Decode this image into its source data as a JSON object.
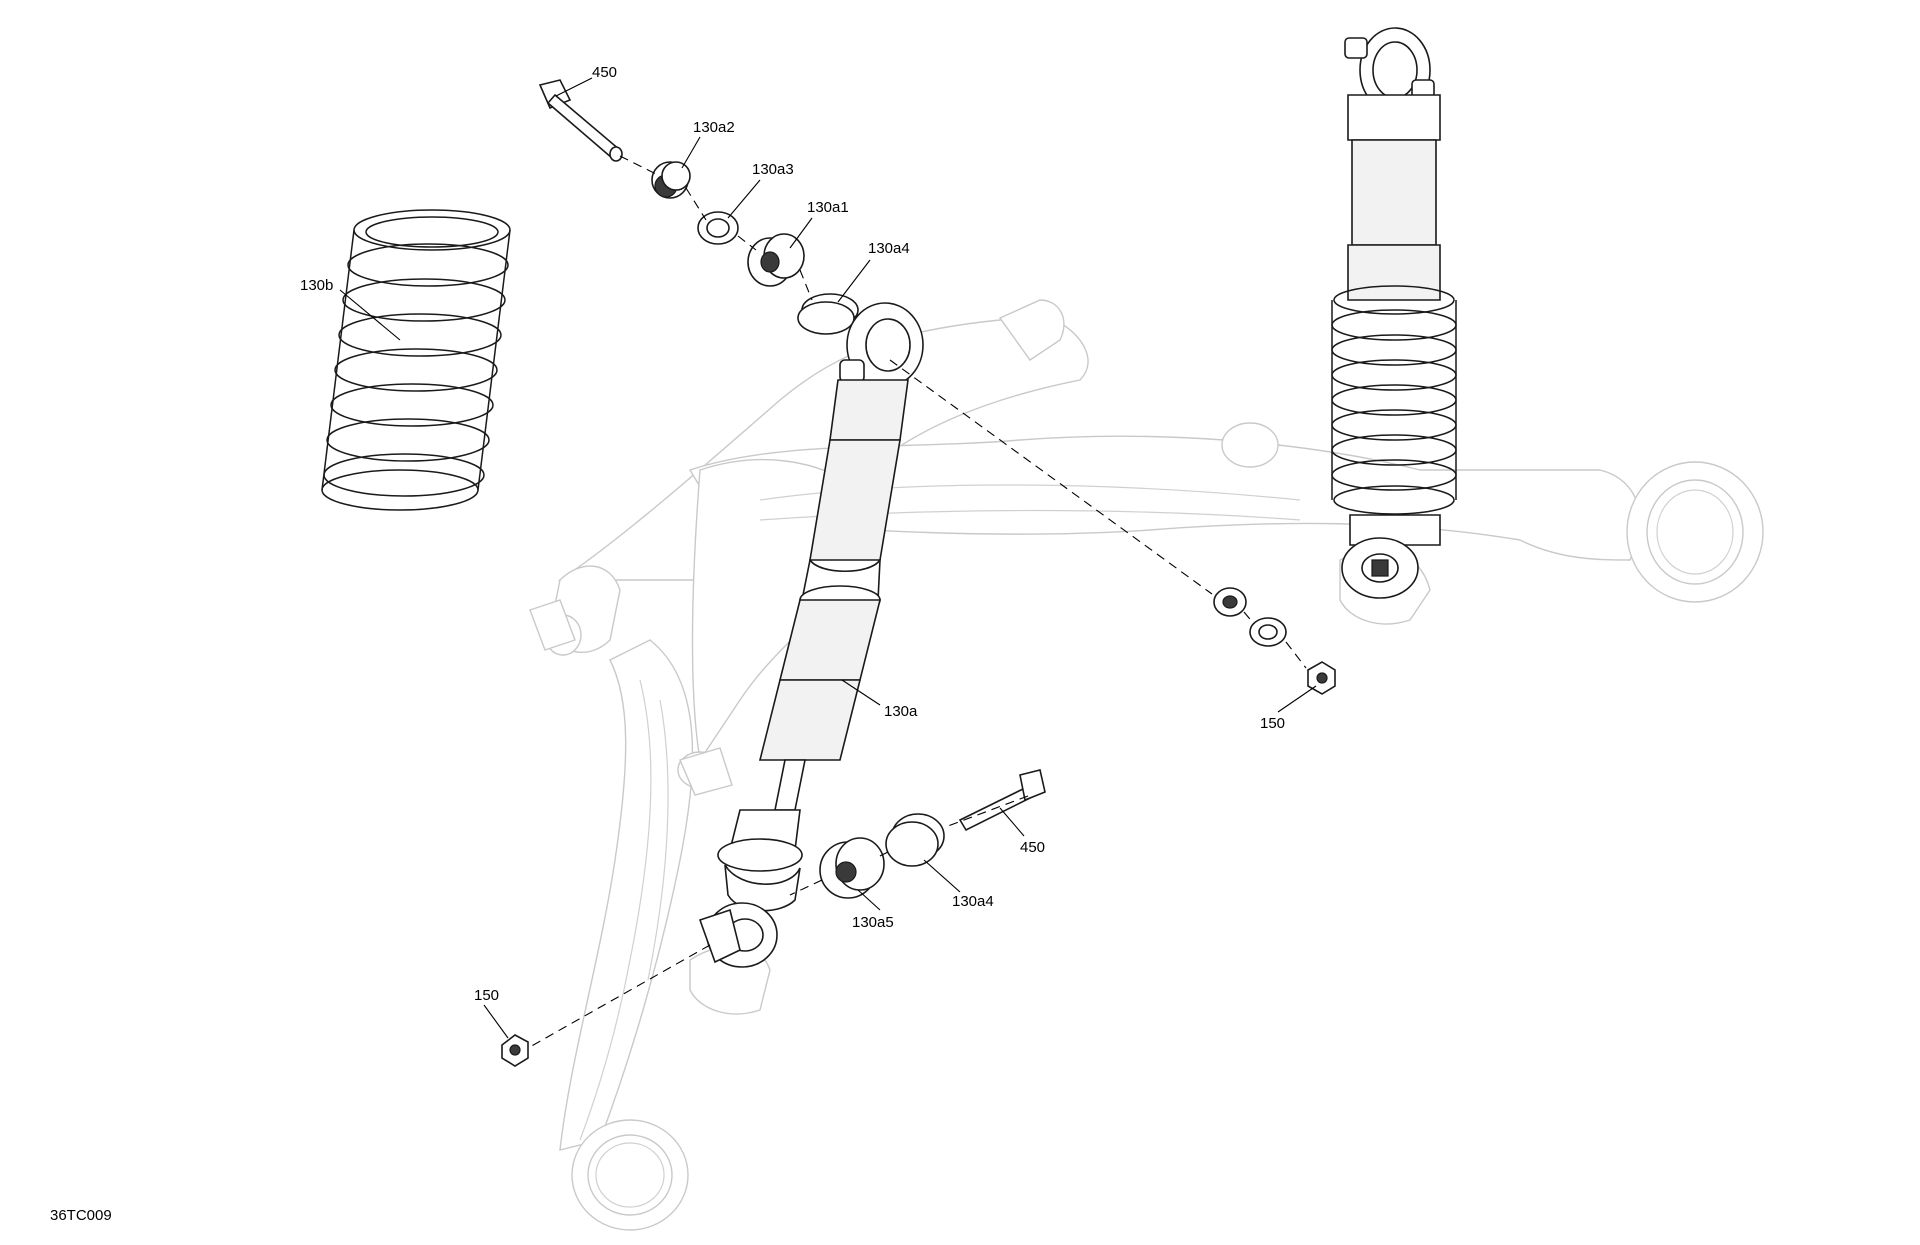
{
  "callouts": {
    "bolt_top": "450",
    "bushing_130a2": "130a2",
    "washer_130a3": "130a3",
    "bearing_130a1": "130a1",
    "ring_130a4_top": "130a4",
    "spring_130b": "130b",
    "shock_130a": "130a",
    "nut_right": "150",
    "bolt_lower": "450",
    "ring_130a4_lower": "130a4",
    "bushing_130a5": "130a5",
    "nut_left": "150"
  },
  "figure_code": "36TC009"
}
